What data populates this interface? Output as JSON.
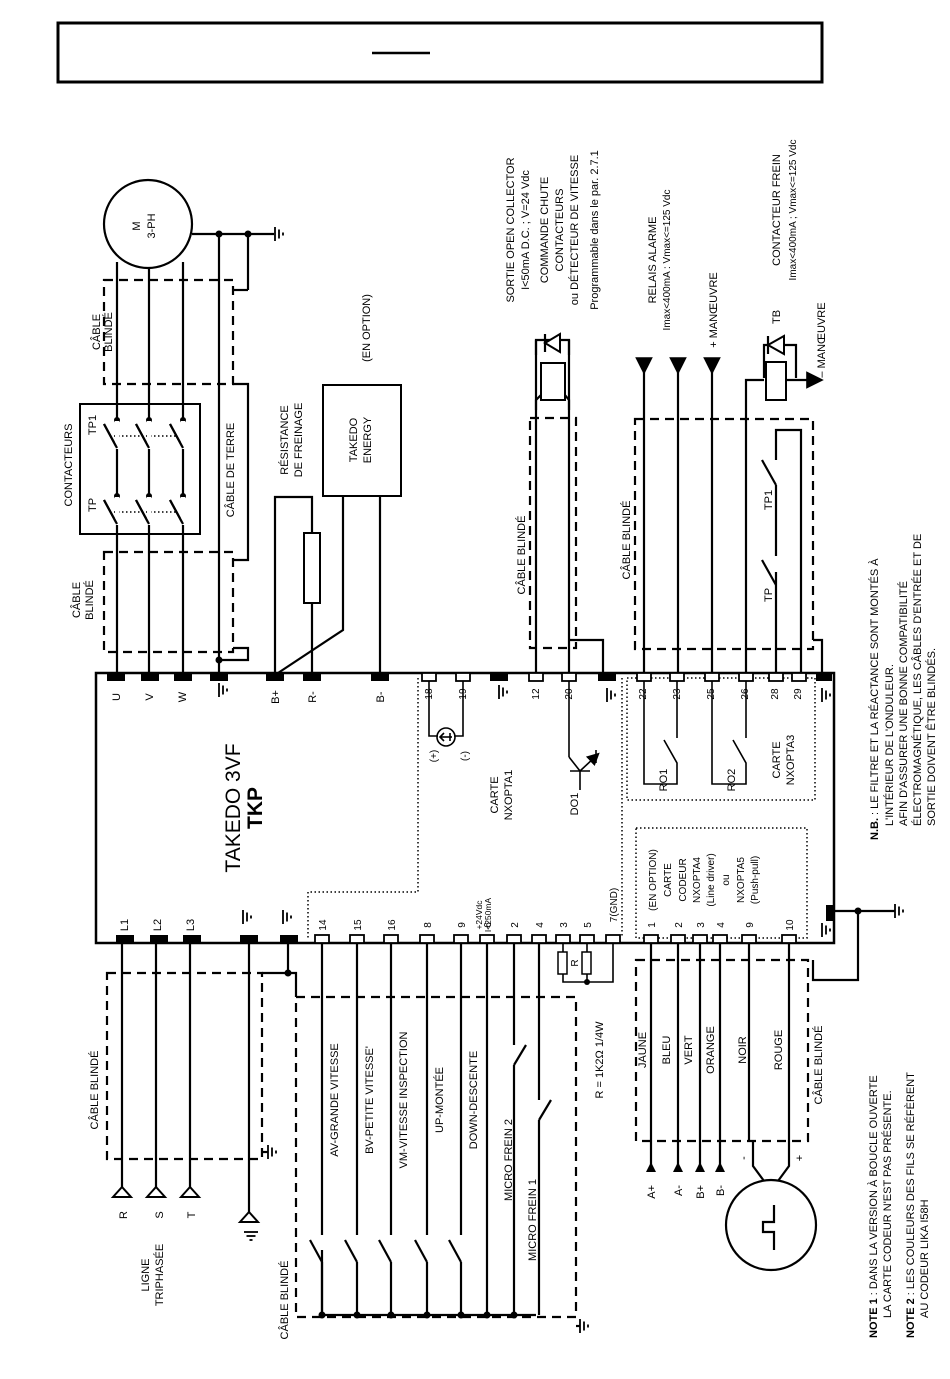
{
  "header": {
    "title": ""
  },
  "drive": {
    "name": "TAKEDO 3VF",
    "model": "TKP"
  },
  "motor": {
    "line1": "M",
    "line2": "3-PH"
  },
  "labels": {
    "cable_blinde": "CÂBLE BLINDÉ",
    "cable_blinde_l1": "CÂBLE",
    "cable_blinde_l2": "BLINDÉ",
    "cable_terre": "CÂBLE DE TERRE",
    "contacteurs": "CONTACTEURS",
    "tp": "TP",
    "tp1": "TP1",
    "resistance_l1": "RÉSISTANCE",
    "resistance_l2": "DE FREINAGE",
    "energy_l1": "TAKEDO",
    "energy_l2": "ENERGY",
    "en_option": "(EN OPTION)",
    "ligne_l1": "LIGNE",
    "ligne_l2": "TRIPHASÉE",
    "phase_r": "R",
    "phase_s": "S",
    "phase_t": "T",
    "resistor_r": "R",
    "resistor_value": "R = 1K2Ω  1/4W",
    "supply_l1": "+24Vdc",
    "supply_l2": "I<250mA",
    "plus": "(+)",
    "minus": "(-)",
    "do1": "DO1",
    "ro1": "RO1",
    "ro2": "RO2",
    "carte": "CARTE",
    "opta1": "NXOPTA1",
    "opta3": "NXOPTA3",
    "tb": "TB",
    "manoeuvre_plus": "+ MANŒUVRE",
    "manoeuvre_minus": "– MANŒUVRE",
    "enc_sign_minus": "-",
    "enc_sign_plus": "+"
  },
  "power_terminals_top": [
    "U",
    "V",
    "W",
    "⏚",
    "B+",
    "R-",
    "B-"
  ],
  "power_terminals_bottom": [
    "L1",
    "L2",
    "L3",
    "⏚",
    "⏚"
  ],
  "opta1_terminals_top": [
    "18",
    "19",
    "⏚",
    "12",
    "20",
    "⏚"
  ],
  "opta3_terminals": [
    "22",
    "23",
    "25",
    "26",
    "28",
    "29",
    "⏚"
  ],
  "input_terminals": [
    "14",
    "15",
    "16",
    "8",
    "9",
    "6",
    "2",
    "4",
    "3",
    "5",
    "7(GND)"
  ],
  "encoder_terminals": [
    "1",
    "2",
    "3",
    "4",
    "9",
    "10"
  ],
  "inputs": [
    "AV-GRANDE VITESSE",
    "BV-PETITE VITESSE'",
    "VM-VITESSE INSPECTION",
    "UP-MONTÉE",
    "DOWN-DESCENTE",
    "MICRO FREIN 2",
    "MICRO FREIN 1"
  ],
  "encoder_card": [
    "(EN OPTION)",
    "CARTE",
    "CODEUR",
    "NXOPTA4",
    "(Line driver)",
    "ou",
    "NXOPTA5",
    "(Push-pull)"
  ],
  "encoder_wires": [
    "JAUNE",
    "BLEU",
    "VERT",
    "ORANGE",
    "NOIR",
    "ROUGE"
  ],
  "encoder_signals": [
    "A+",
    "A-",
    "B+",
    "B-"
  ],
  "open_collector": [
    "SORTIE OPEN COLLECTOR",
    "I<50mA D.C. ; V=24 Vdc",
    "COMMANDE CHUTE",
    "CONTACTEURS",
    "ou DÉTECTEUR DE VITESSE",
    "Programmable dans le par.  2.7.1"
  ],
  "relais_alarme": [
    "RELAIS ALARME",
    "Imax<400mA : Vmax<=125 Vdc"
  ],
  "contacteur_frein": [
    "CONTACTEUR FREIN",
    "Imax<400mA ; Vmax<=125 Vdc"
  ],
  "nb": {
    "label": "N.B.",
    "lines": [
      " : LE FILTRE ET LA RÉACTANCE SONT MONTÉS À",
      "L'INTÉRIEUR DE L'ONDULEUR.",
      "AFIN D'ASSURER UNE BONNE COMPATIBILITÉ",
      "ÉLECTROMAGNÉTIQUE, LES CÂBLES D'ENTRÉE ET DE",
      "SORTIE DOIVENT ÊTRE BLINDÉS."
    ]
  },
  "notes": [
    {
      "label": "NOTE 1",
      "lines": [
        " : DANS LA VERSION À BOUCLE OUVERTE",
        "LA CARTE CODEUR N'EST PAS PRÉSENTE."
      ]
    },
    {
      "label": "NOTE 2",
      "lines": [
        " : LES COULEURS DES FILS SE RÉFÈRENT",
        "AU CODEUR LIKA I58H"
      ]
    }
  ]
}
